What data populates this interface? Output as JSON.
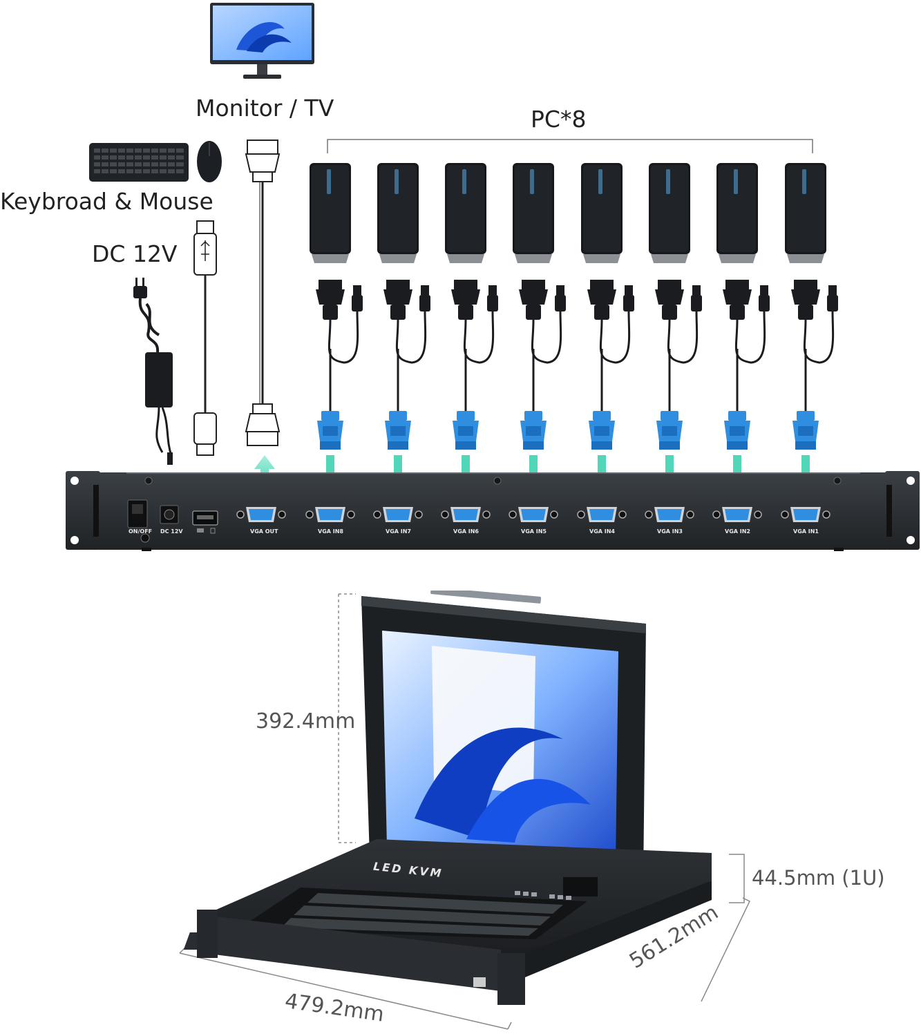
{
  "labels": {
    "monitor": "Monitor / TV",
    "pc_count": "PC*8",
    "keyboard_mouse": "Keybroad & Mouse",
    "power": "DC 12V"
  },
  "panel": {
    "switch_label": "ON/OFF",
    "dc_label": "DC 12V",
    "vga_out": "VGA OUT",
    "inputs": [
      "VGA IN8",
      "VGA IN7",
      "VGA IN6",
      "VGA IN5",
      "VGA IN4",
      "VGA IN3",
      "VGA IN2",
      "VGA IN1"
    ]
  },
  "kvm": {
    "brand_text": "LED KVM"
  },
  "dimensions": {
    "height": "392.4mm",
    "rack_height": "44.5mm (1U)",
    "depth": "561.2mm",
    "width": "479.2mm"
  },
  "colors": {
    "arrow": "#3fd1b0",
    "vga_blue": "#2f8ee0",
    "panel": "#2b2f33"
  }
}
